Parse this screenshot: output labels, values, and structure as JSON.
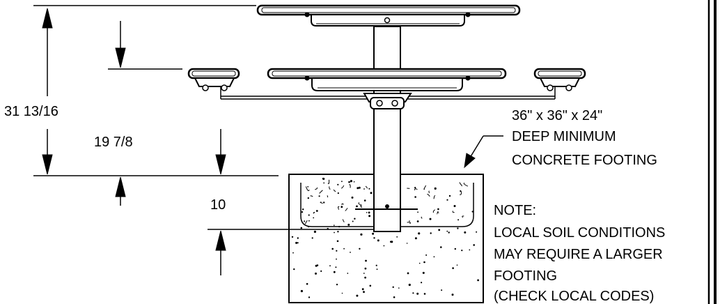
{
  "dimensions": {
    "overall_height": "31 13/16",
    "seat_height": "19 7/8",
    "embed_depth": "10"
  },
  "callout": {
    "footing_size": "36\" x 36\" x 24\"",
    "line2": "DEEP MINIMUM",
    "line3": "CONCRETE FOOTING"
  },
  "note": {
    "heading": "NOTE:",
    "line1": "LOCAL SOIL CONDITIONS",
    "line2": "MAY REQUIRE A LARGER",
    "line3": "FOOTING",
    "line4": "(CHECK LOCAL CODES)"
  },
  "colors": {
    "line": "#000000",
    "background": "#ffffff"
  }
}
